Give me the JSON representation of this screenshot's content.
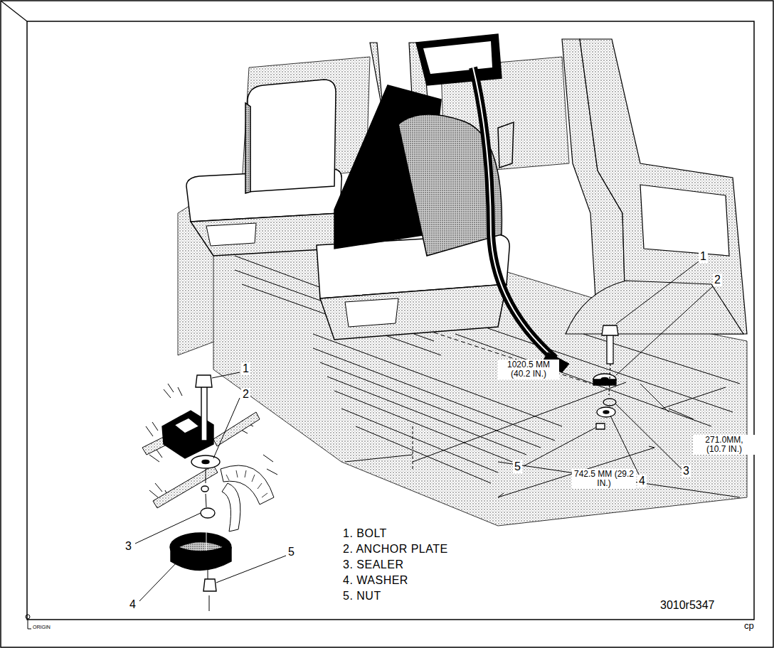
{
  "diagram": {
    "labels": [
      "1",
      "2",
      "1020.5 MM (40.2 IN.)",
      "5",
      "742.5 MM (29.2 IN.)",
      "4",
      "3",
      "271.0MM, (10.7 IN.)",
      "1",
      "2",
      "3",
      "4",
      "5",
      "1. BOLT",
      "2. ANCHOR PLATE",
      "3. SEALER",
      "4. WASHER",
      "5. NUT",
      "3010r5347",
      "ORIGIN",
      "cp"
    ]
  }
}
